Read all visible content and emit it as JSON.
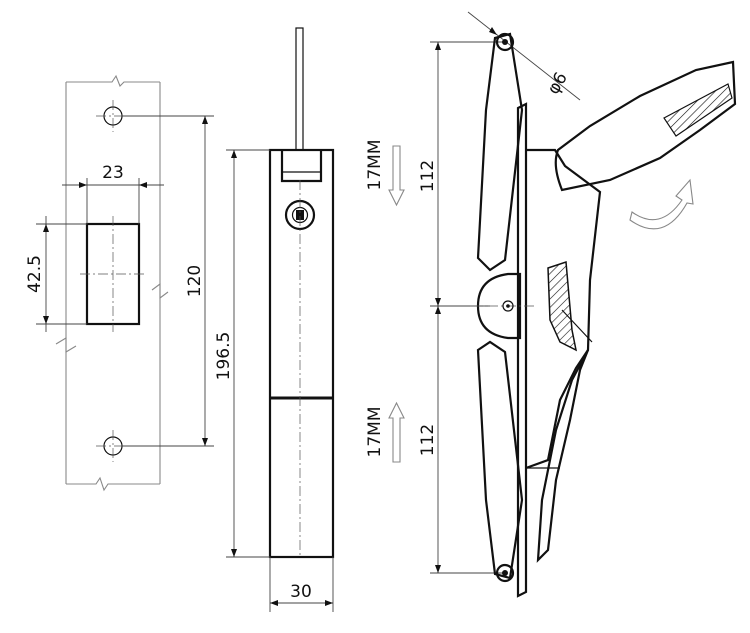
{
  "dimensions": {
    "plate_width": "23",
    "plate_height": "42.5",
    "hole_spacing": "120",
    "body_length": "196.5",
    "body_width": "30",
    "upper_link": "112",
    "lower_link": "112",
    "pin_diameter": "φ6",
    "travel_up": "17MM",
    "travel_down": "17MM"
  },
  "colors": {
    "line": "#111111",
    "hidden": "#888888"
  }
}
